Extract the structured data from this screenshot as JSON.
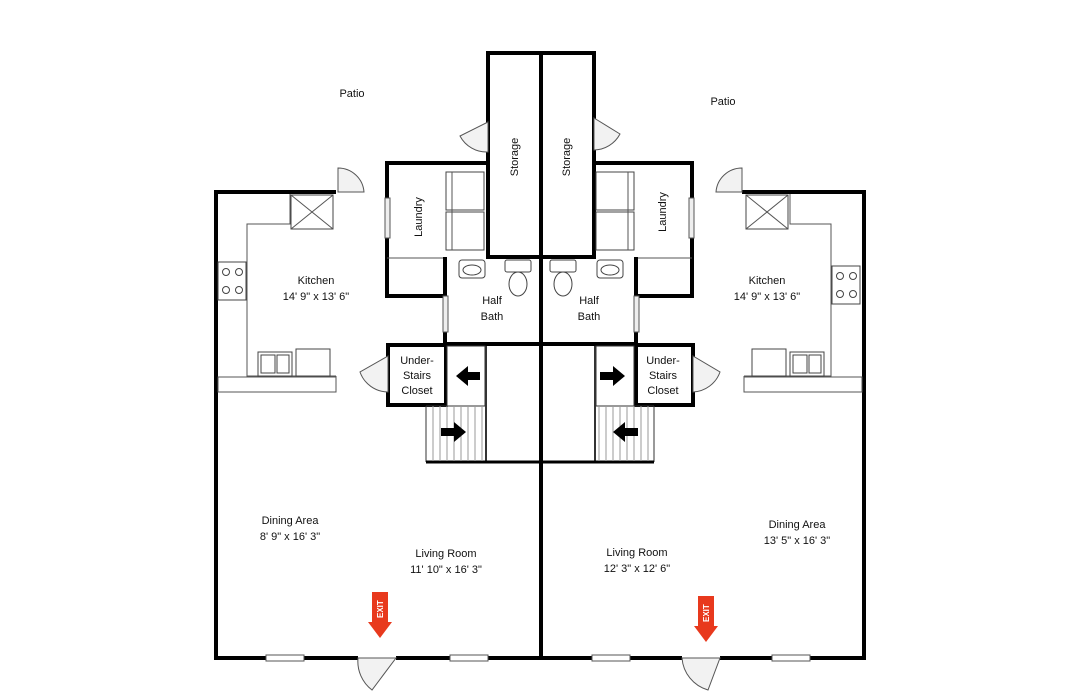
{
  "labels": {
    "patio_left": "Patio",
    "patio_right": "Patio",
    "storage_left": "Storage",
    "storage_right": "Storage",
    "laundry_left": "Laundry",
    "laundry_right": "Laundry",
    "kitchen_left": "Kitchen",
    "kitchen_left_dim": "14' 9\" x 13' 6\"",
    "kitchen_right": "Kitchen",
    "kitchen_right_dim": "14' 9\" x 13' 6\"",
    "halfbath_left_1": "Half",
    "halfbath_left_2": "Bath",
    "halfbath_right_1": "Half",
    "halfbath_right_2": "Bath",
    "closet_left_1": "Under-",
    "closet_left_2": "Stairs",
    "closet_left_3": "Closet",
    "closet_right_1": "Under-",
    "closet_right_2": "Stairs",
    "closet_right_3": "Closet",
    "dining_left": "Dining Area",
    "dining_left_dim": "8' 9\" x 16' 3\"",
    "dining_right": "Dining Area",
    "dining_right_dim": "13' 5\" x 16' 3\"",
    "living_left": "Living Room",
    "living_left_dim": "11' 10\" x 16' 3\"",
    "living_right": "Living Room",
    "living_right_dim": "12' 3\" x 12' 6\"",
    "exit_left": "EXIT",
    "exit_right": "EXIT"
  },
  "colors": {
    "wall": "#000000",
    "exit": "#e8391d",
    "fixture": "#444444"
  }
}
